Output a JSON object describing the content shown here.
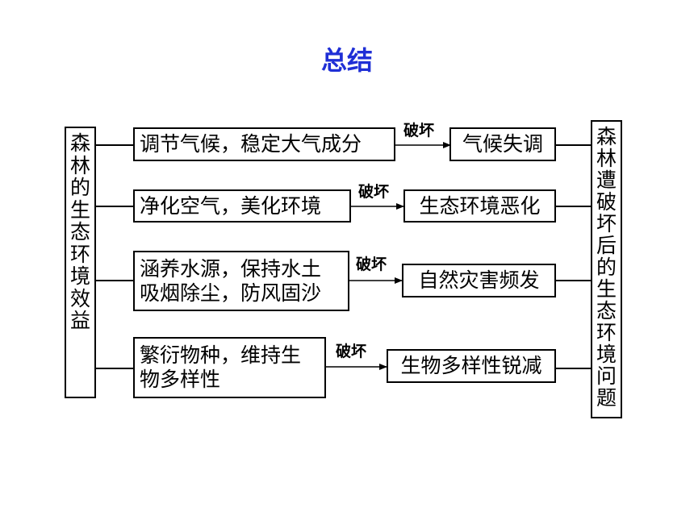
{
  "title": "总结",
  "left_box": "森林的生态环境效益",
  "right_box": "森林遭破坏后的生态环境问题",
  "edge_label": "破坏",
  "rows": [
    {
      "benefit": "调节气候，稳定大气成分",
      "problem": "气候失调"
    },
    {
      "benefit": "净化空气，美化环境",
      "problem": "生态环境恶化"
    },
    {
      "benefit_lines": [
        "涵养水源，保持水土",
        "吸烟除尘，防风固沙"
      ],
      "problem": "自然灾害频发"
    },
    {
      "benefit_lines": [
        "繁衍物种，维持生",
        "物多样性"
      ],
      "problem": "生物多样性锐减"
    }
  ]
}
